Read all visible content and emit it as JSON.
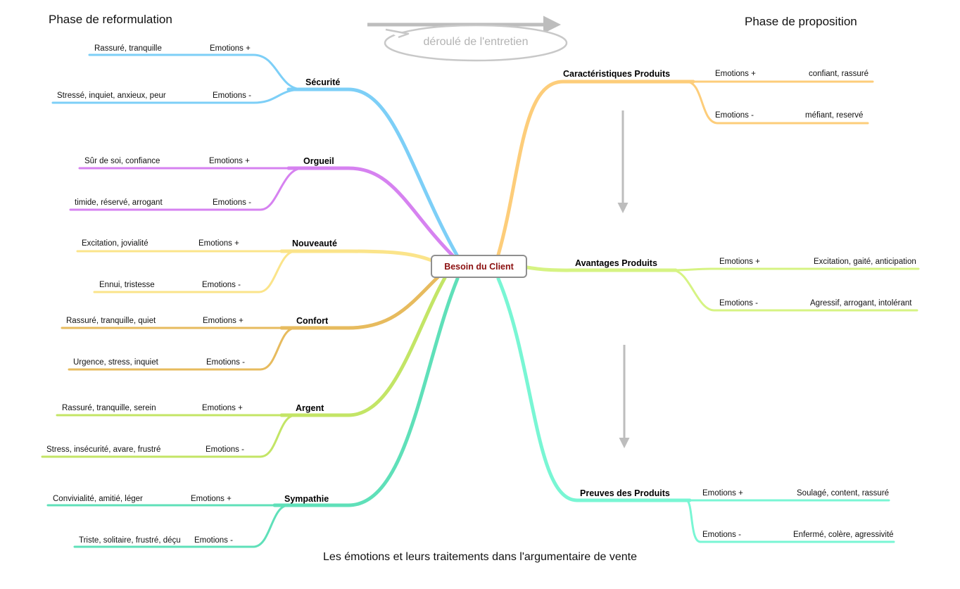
{
  "center": {
    "label": "Besoin du Client"
  },
  "phases": {
    "left": "Phase de reformulation",
    "right": "Phase de proposition"
  },
  "flow_bubble": {
    "label": "déroulé de l'entretien"
  },
  "footer": "Les émotions et leurs traitements dans l'argumentaire de vente",
  "left_branches": [
    {
      "label": "Sécurité",
      "color": "#7dcff7",
      "plus": {
        "tag": "Emotions +",
        "text": "Rassuré, tranquille"
      },
      "minus": {
        "tag": "Emotions -",
        "text": "Stressé, inquiet, anxieux, peur"
      }
    },
    {
      "label": "Orgueil",
      "color": "#d682f0",
      "plus": {
        "tag": "Emotions +",
        "text": "Sûr de soi, confiance"
      },
      "minus": {
        "tag": "Emotions -",
        "text": "timide, réservé, arrogant"
      }
    },
    {
      "label": "Nouveauté",
      "color": "#fbe48a",
      "plus": {
        "tag": "Emotions +",
        "text": "Excitation, jovialité"
      },
      "minus": {
        "tag": "Emotions -",
        "text": "Ennui, tristesse"
      }
    },
    {
      "label": "Confort",
      "color": "#e7bb5e",
      "plus": {
        "tag": "Emotions +",
        "text": "Rassuré, tranquille, quiet"
      },
      "minus": {
        "tag": "Emotions -",
        "text": "Urgence, stress, inquiet"
      }
    },
    {
      "label": "Argent",
      "color": "#c3e566",
      "plus": {
        "tag": "Emotions +",
        "text": "Rassuré, tranquille, serein"
      },
      "minus": {
        "tag": "Emotions -",
        "text": "Stress, insécurité, avare, frustré"
      }
    },
    {
      "label": "Sympathie",
      "color": "#5fe0b9",
      "plus": {
        "tag": "Emotions +",
        "text": "Convivialité, amitié, léger"
      },
      "minus": {
        "tag": "Emotions -",
        "text": "Triste, solitaire, frustré, déçu"
      }
    }
  ],
  "right_branches": [
    {
      "label": "Caractéristiques Produits",
      "color": "#fdcd7a",
      "plus": {
        "tag": "Emotions +",
        "text": "confiant, rassuré"
      },
      "minus": {
        "tag": "Emotions -",
        "text": "méfiant, reservé"
      }
    },
    {
      "label": "Avantages Produits",
      "color": "#d6f383",
      "plus": {
        "tag": "Emotions +",
        "text": "Excitation, gaité, anticipation"
      },
      "minus": {
        "tag": "Emotions -",
        "text": "Agressif, arrogant, intolérant"
      }
    },
    {
      "label": "Preuves des Produits",
      "color": "#79f6d4",
      "plus": {
        "tag": "Emotions +",
        "text": "Soulagé, content, rassuré"
      },
      "minus": {
        "tag": "Emotions -",
        "text": "Enfermé, colère, agressivité"
      }
    }
  ],
  "arrow_color": "#bdbdbd"
}
